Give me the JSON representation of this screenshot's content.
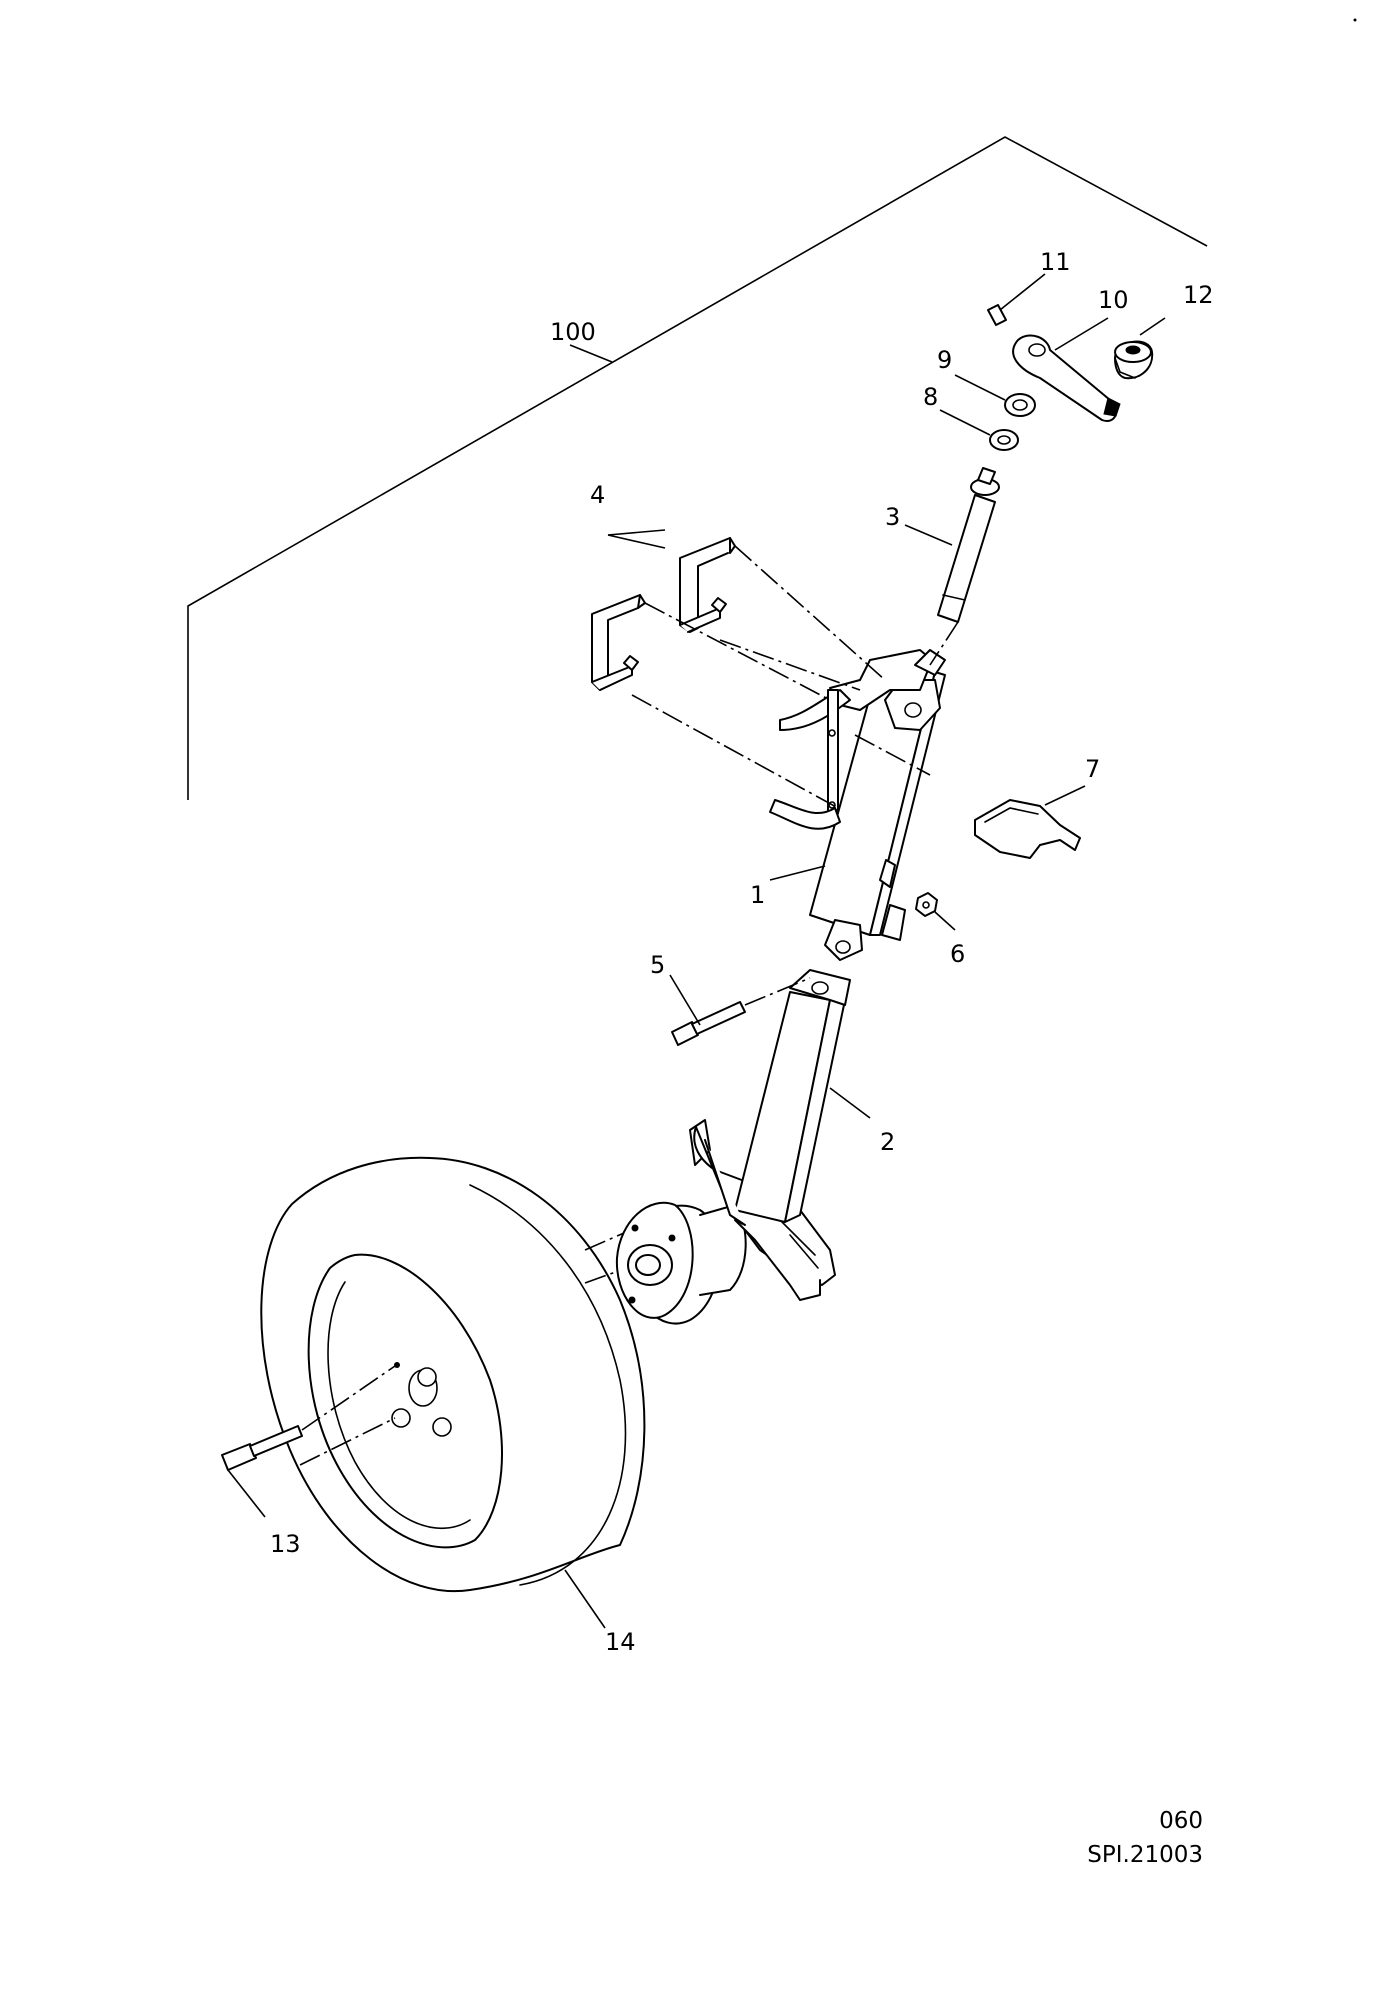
{
  "callouts": {
    "c1": "1",
    "c2": "2",
    "c3": "3",
    "c4": "4",
    "c5": "5",
    "c6": "6",
    "c7": "7",
    "c8": "8",
    "c9": "9",
    "c10": "10",
    "c11": "11",
    "c12": "12",
    "c13": "13",
    "c14": "14",
    "c100": "100"
  },
  "footer": {
    "page_number": "060",
    "reference": "SPI.21003"
  }
}
